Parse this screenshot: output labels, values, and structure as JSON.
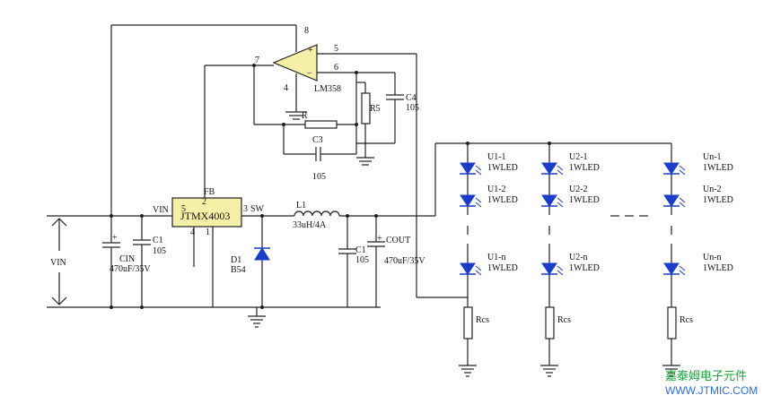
{
  "labels": {
    "vin": "VIN",
    "vin_pin": "VIN",
    "sw_pin": "SW",
    "fb_pin": "FB",
    "ic": "JTMX4003",
    "pin2": "2",
    "pin3": "3",
    "pin4": "4",
    "pin1": "1",
    "pin5": "5",
    "cin": "CIN",
    "cin_value": "470uF/35V",
    "c1_left": "C1",
    "c1_left_value": "105",
    "d1": "D1",
    "d1_value": "B54",
    "l1": "L1",
    "l1_value": "33uH/4A",
    "c1_right": "C1",
    "c1_right_value": "105",
    "cout": "COUT",
    "cout_value": "470uF/35V",
    "opamp": "LM358",
    "op_pin8": "8",
    "op_pin7": "7",
    "op_pin5": "5",
    "op_pin6": "6",
    "op_pin4": "4",
    "r": "R",
    "r5": "R5",
    "c4": "C4",
    "c4_value": "105",
    "c3": "C3",
    "c3_value": "105",
    "plus": "+",
    "minus": "−"
  },
  "led_columns": [
    {
      "leds": [
        "U1-1",
        "U1-2",
        "U1-n"
      ],
      "ratings": [
        "1WLED",
        "1WLED",
        "1WLED"
      ],
      "resistor": "Rcs"
    },
    {
      "leds": [
        "U2-1",
        "U2-2",
        "U2-n"
      ],
      "ratings": [
        "1WLED",
        "1WLED",
        "1WLED"
      ],
      "resistor": "Rcs"
    },
    {
      "leds": [
        "Un-1",
        "Un-2",
        "Un-n"
      ],
      "ratings": [
        "1WLED",
        "1WLED",
        "1WLED"
      ],
      "resistor": "Rcs"
    }
  ],
  "watermark": {
    "company": "嘉泰姆电子元件",
    "url": "WWW.JTMIC.COM"
  }
}
